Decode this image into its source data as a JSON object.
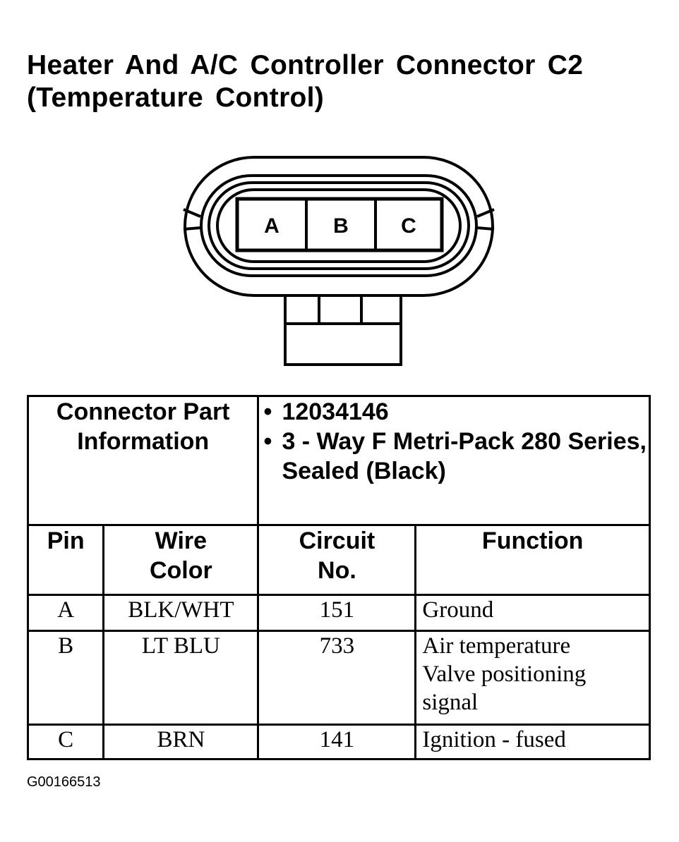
{
  "title": {
    "line1": "Heater And A/C Controller Connector C2",
    "line2": "(Temperature Control)"
  },
  "connector": {
    "pins": [
      "A",
      "B",
      "C"
    ]
  },
  "info": {
    "part_label": "Connector Part Information",
    "part_items": [
      "12034146",
      "3 - Way F Metri-Pack 280 Series, Sealed (Black)"
    ],
    "bullet": "•"
  },
  "table": {
    "headers": {
      "pin": "Pin",
      "wire_color": "Wire Color",
      "circuit": "Circuit No.",
      "function": "Function"
    },
    "rows": [
      {
        "pin": "A",
        "wire_color": "BLK/WHT",
        "circuit": "151",
        "function": "Ground"
      },
      {
        "pin": "B",
        "wire_color": "LT BLU",
        "circuit": "733",
        "function": "Air temperature Valve positioning signal"
      },
      {
        "pin": "C",
        "wire_color": "BRN",
        "circuit": "141",
        "function": "Ignition - fused"
      }
    ]
  },
  "figure_id": "G00166513"
}
